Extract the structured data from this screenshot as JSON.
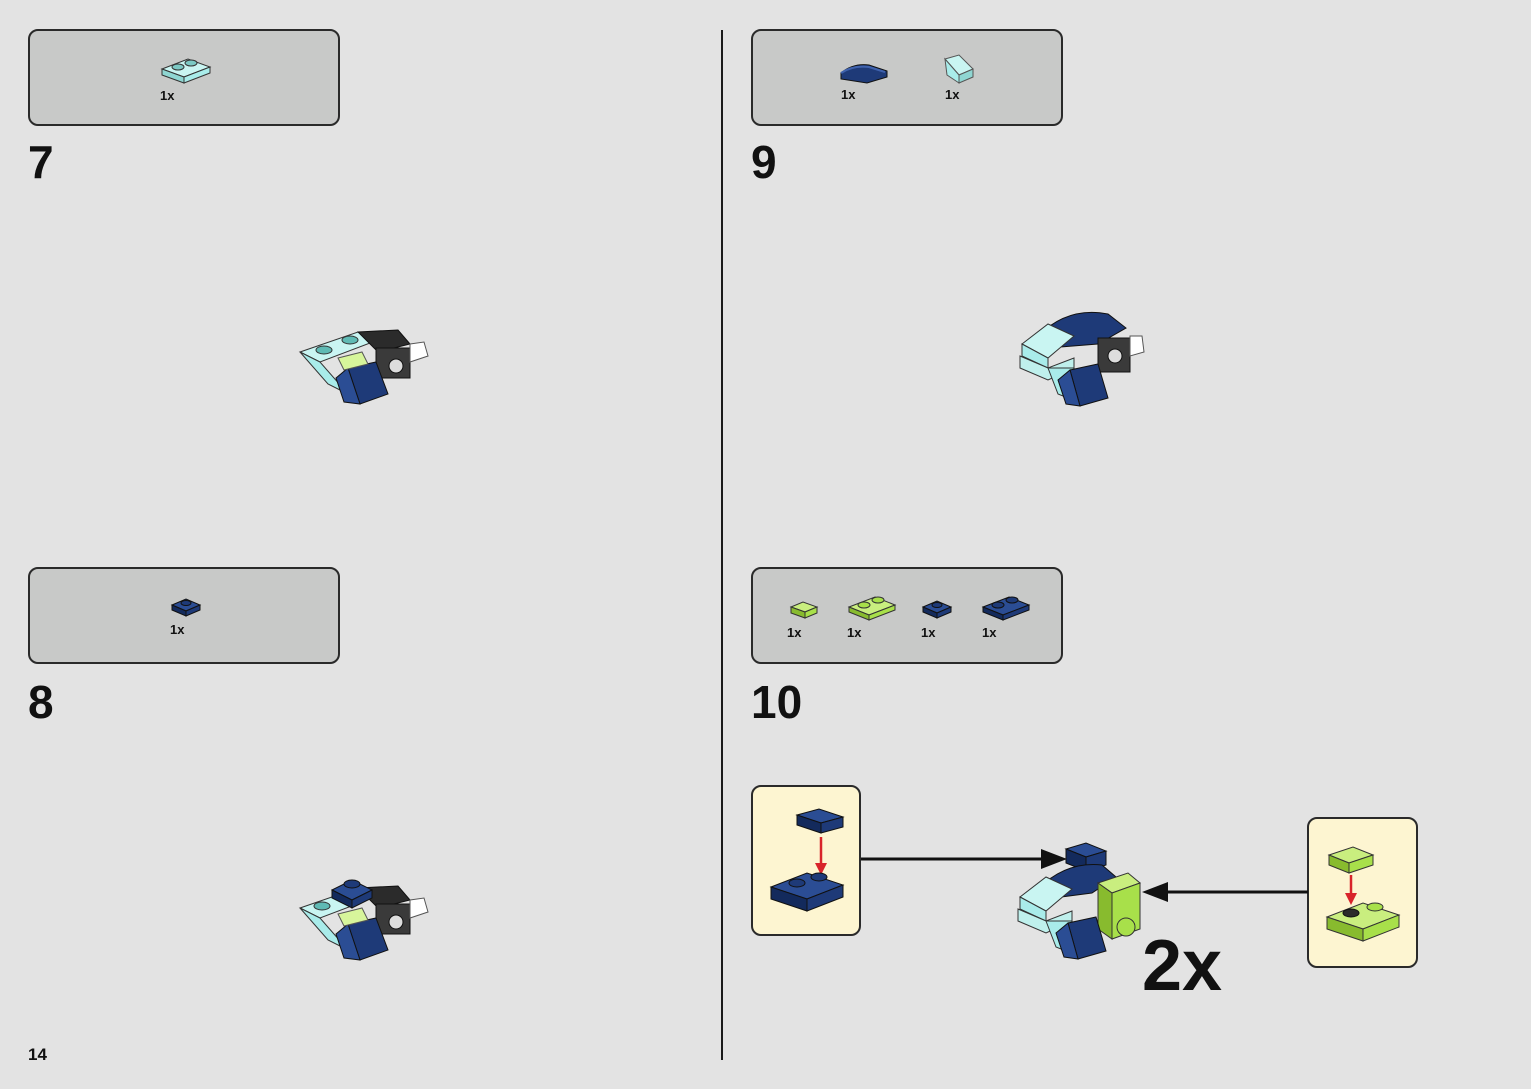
{
  "page_number": "14",
  "colors": {
    "background": "#e3e3e3",
    "parts_box": "#c8c9c8",
    "callout": "#fdf5d1",
    "dark_blue": "#1e3a78",
    "trans_light_blue": "#a9ecea",
    "lime": "#a8e04a",
    "arrow_red": "#d8242a"
  },
  "steps": [
    {
      "number": "7",
      "parts": [
        {
          "qty": "1x",
          "icon": "trans-light-blue-plate-1x2-icon"
        }
      ]
    },
    {
      "number": "8",
      "parts": [
        {
          "qty": "1x",
          "icon": "dark-blue-plate-1x1-icon"
        }
      ]
    },
    {
      "number": "9",
      "parts": [
        {
          "qty": "1x",
          "icon": "dark-blue-curved-slope-icon"
        },
        {
          "qty": "1x",
          "icon": "trans-light-blue-slope-icon"
        }
      ]
    },
    {
      "number": "10",
      "parts": [
        {
          "qty": "1x",
          "icon": "lime-tile-1x1-icon"
        },
        {
          "qty": "1x",
          "icon": "lime-plate-1x2-icon"
        },
        {
          "qty": "1x",
          "icon": "dark-blue-plate-1x1-icon"
        },
        {
          "qty": "1x",
          "icon": "dark-blue-plate-1x2-icon"
        }
      ],
      "multiplier": "2x"
    }
  ]
}
